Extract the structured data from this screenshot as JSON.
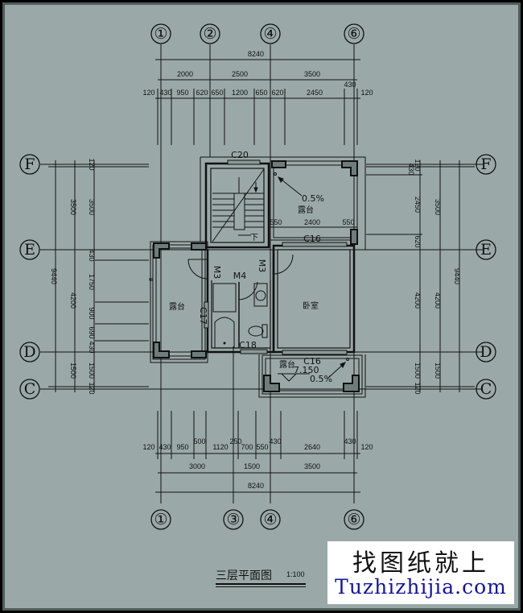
{
  "drawing": {
    "title": "三层平面图",
    "scale": "1:100",
    "colors": {
      "background": "#9aa9a8",
      "line": "#111111",
      "watermark_text": "#1414a0"
    }
  },
  "axes": {
    "top": [
      "①",
      "②",
      "④",
      "⑥"
    ],
    "bottom": [
      "①",
      "③",
      "④",
      "⑥"
    ],
    "left": [
      "F",
      "E",
      "D",
      "C"
    ],
    "right": [
      "F",
      "E",
      "D",
      "C"
    ]
  },
  "dimensions": {
    "top_total": "8240",
    "top_axis": [
      "2000",
      "2500",
      "3500"
    ],
    "top_detail": [
      "120",
      "430",
      "950",
      "620",
      "650",
      "1200",
      "650",
      "620",
      "2450",
      "430",
      "120"
    ],
    "bottom_detail": [
      "120",
      "430",
      "950",
      "500",
      "1120",
      "250",
      "700",
      "550",
      "430",
      "2640",
      "430",
      "120"
    ],
    "bottom_axis": [
      "3000",
      "1500",
      "3500"
    ],
    "bottom_total": "8240",
    "left_total": "9440",
    "left_axis": [
      "3500",
      "4200",
      "1500"
    ],
    "left_detail": [
      "120",
      "3500",
      "430",
      "1750",
      "900",
      "690",
      "430",
      "1500",
      "120"
    ],
    "right_total": "9440",
    "right_axis": [
      "3500",
      "4200",
      "1500"
    ],
    "right_detail": [
      "120",
      "430",
      "2450",
      "620",
      "4200",
      "1500",
      "120"
    ],
    "inner_terrace": [
      "550",
      "2400",
      "550"
    ]
  },
  "rooms": {
    "terrace_top": "露台",
    "terrace_left": "露台",
    "terrace_bottom": "露台",
    "bedroom": "卧室",
    "stair_down": "下"
  },
  "openings": {
    "c20": "C20",
    "c16_top": "C16",
    "c16_bottom": "C16",
    "c17": "C17",
    "c18": "C18",
    "m3_left": "M3",
    "m3_right": "M3",
    "m4": "M4"
  },
  "annotations": {
    "slope_top": "0.5%",
    "slope_bottom": "0.5%",
    "elevation": "7.150"
  },
  "watermark": {
    "cn": "找图纸就上",
    "en": "Tuzhizhijia.com"
  }
}
